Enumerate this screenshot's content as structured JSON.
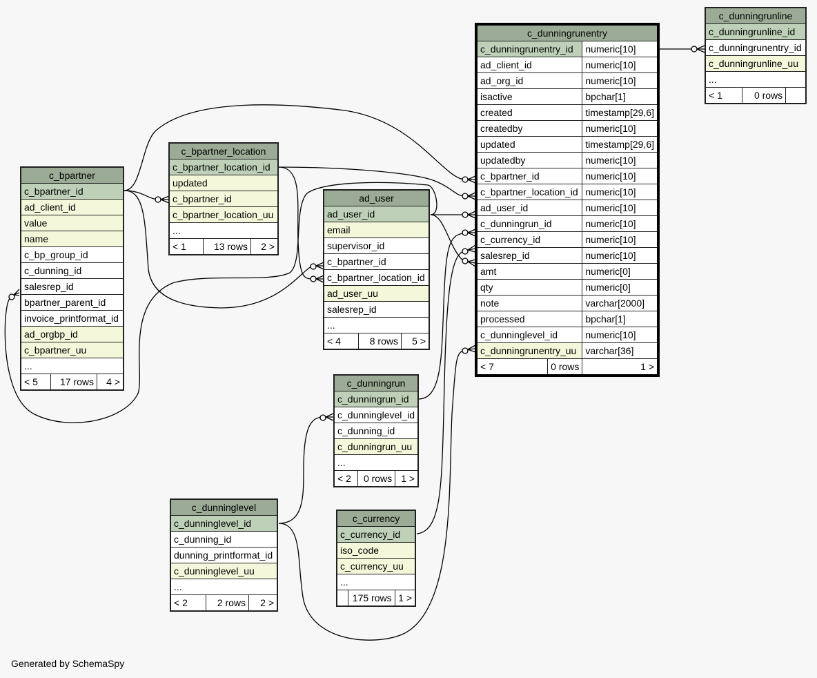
{
  "footer": {
    "generated_by": "Generated by SchemaSpy"
  },
  "colors": {
    "background": "#f7f7f7",
    "header": "#9bab96",
    "primary_key": "#bed1b8",
    "indexed": "#f4f7da",
    "plain": "#ffffff",
    "edge": "#000000"
  },
  "tables": {
    "c_dunningrunentry": {
      "name": "c_dunningrunentry",
      "columns": [
        {
          "name": "c_dunningrunentry_id",
          "type": "numeric[10]",
          "kind": "pk"
        },
        {
          "name": "ad_client_id",
          "type": "numeric[10]",
          "kind": "plain"
        },
        {
          "name": "ad_org_id",
          "type": "numeric[10]",
          "kind": "plain"
        },
        {
          "name": "isactive",
          "type": "bpchar[1]",
          "kind": "plain"
        },
        {
          "name": "created",
          "type": "timestamp[29,6]",
          "kind": "plain"
        },
        {
          "name": "createdby",
          "type": "numeric[10]",
          "kind": "plain"
        },
        {
          "name": "updated",
          "type": "timestamp[29,6]",
          "kind": "plain"
        },
        {
          "name": "updatedby",
          "type": "numeric[10]",
          "kind": "plain"
        },
        {
          "name": "c_bpartner_id",
          "type": "numeric[10]",
          "kind": "plain"
        },
        {
          "name": "c_bpartner_location_id",
          "type": "numeric[10]",
          "kind": "plain"
        },
        {
          "name": "ad_user_id",
          "type": "numeric[10]",
          "kind": "plain"
        },
        {
          "name": "c_dunningrun_id",
          "type": "numeric[10]",
          "kind": "plain"
        },
        {
          "name": "c_currency_id",
          "type": "numeric[10]",
          "kind": "plain"
        },
        {
          "name": "salesrep_id",
          "type": "numeric[10]",
          "kind": "plain"
        },
        {
          "name": "amt",
          "type": "numeric[0]",
          "kind": "plain"
        },
        {
          "name": "qty",
          "type": "numeric[0]",
          "kind": "plain"
        },
        {
          "name": "note",
          "type": "varchar[2000]",
          "kind": "plain"
        },
        {
          "name": "processed",
          "type": "bpchar[1]",
          "kind": "plain"
        },
        {
          "name": "c_dunninglevel_id",
          "type": "numeric[10]",
          "kind": "plain"
        },
        {
          "name": "c_dunningrunentry_uu",
          "type": "varchar[36]",
          "kind": "idx"
        }
      ],
      "footer": {
        "parents": "< 7",
        "rows": "0 rows",
        "children": "1 >"
      }
    },
    "c_dunningrunline": {
      "name": "c_dunningrunline",
      "columns": [
        {
          "name": "c_dunningrunline_id",
          "kind": "pk"
        },
        {
          "name": "c_dunningrunentry_id",
          "kind": "plain"
        },
        {
          "name": "c_dunningrunline_uu",
          "kind": "idx"
        },
        {
          "name": "...",
          "kind": "plain"
        }
      ],
      "footer": {
        "parents": "< 1",
        "rows": "0 rows",
        "children": ""
      }
    },
    "c_bpartner": {
      "name": "c_bpartner",
      "columns": [
        {
          "name": "c_bpartner_id",
          "kind": "pk"
        },
        {
          "name": "ad_client_id",
          "kind": "idx"
        },
        {
          "name": "value",
          "kind": "idx"
        },
        {
          "name": "name",
          "kind": "idx"
        },
        {
          "name": "c_bp_group_id",
          "kind": "plain"
        },
        {
          "name": "c_dunning_id",
          "kind": "plain"
        },
        {
          "name": "salesrep_id",
          "kind": "plain"
        },
        {
          "name": "bpartner_parent_id",
          "kind": "plain"
        },
        {
          "name": "invoice_printformat_id",
          "kind": "plain"
        },
        {
          "name": "ad_orgbp_id",
          "kind": "idx"
        },
        {
          "name": "c_bpartner_uu",
          "kind": "idx"
        },
        {
          "name": "...",
          "kind": "plain"
        }
      ],
      "footer": {
        "parents": "< 5",
        "rows": "17 rows",
        "children": "4 >"
      }
    },
    "c_bpartner_location": {
      "name": "c_bpartner_location",
      "columns": [
        {
          "name": "c_bpartner_location_id",
          "kind": "pk"
        },
        {
          "name": "updated",
          "kind": "idx"
        },
        {
          "name": "c_bpartner_id",
          "kind": "idx"
        },
        {
          "name": "c_bpartner_location_uu",
          "kind": "idx"
        },
        {
          "name": "...",
          "kind": "plain"
        }
      ],
      "footer": {
        "parents": "< 1",
        "rows": "13 rows",
        "children": "2 >"
      }
    },
    "ad_user": {
      "name": "ad_user",
      "columns": [
        {
          "name": "ad_user_id",
          "kind": "pk"
        },
        {
          "name": "email",
          "kind": "idx"
        },
        {
          "name": "supervisor_id",
          "kind": "plain"
        },
        {
          "name": "c_bpartner_id",
          "kind": "plain"
        },
        {
          "name": "c_bpartner_location_id",
          "kind": "plain"
        },
        {
          "name": "ad_user_uu",
          "kind": "idx"
        },
        {
          "name": "salesrep_id",
          "kind": "plain"
        },
        {
          "name": "...",
          "kind": "plain"
        }
      ],
      "footer": {
        "parents": "< 4",
        "rows": "8 rows",
        "children": "5 >"
      }
    },
    "c_dunningrun": {
      "name": "c_dunningrun",
      "columns": [
        {
          "name": "c_dunningrun_id",
          "kind": "pk"
        },
        {
          "name": "c_dunninglevel_id",
          "kind": "plain"
        },
        {
          "name": "c_dunning_id",
          "kind": "plain"
        },
        {
          "name": "c_dunningrun_uu",
          "kind": "idx"
        },
        {
          "name": "...",
          "kind": "plain"
        }
      ],
      "footer": {
        "parents": "< 2",
        "rows": "0 rows",
        "children": "1 >"
      }
    },
    "c_dunninglevel": {
      "name": "c_dunninglevel",
      "columns": [
        {
          "name": "c_dunninglevel_id",
          "kind": "pk"
        },
        {
          "name": "c_dunning_id",
          "kind": "plain"
        },
        {
          "name": "dunning_printformat_id",
          "kind": "plain"
        },
        {
          "name": "c_dunninglevel_uu",
          "kind": "idx"
        },
        {
          "name": "...",
          "kind": "plain"
        }
      ],
      "footer": {
        "parents": "< 2",
        "rows": "2 rows",
        "children": "2 >"
      }
    },
    "c_currency": {
      "name": "c_currency",
      "columns": [
        {
          "name": "c_currency_id",
          "kind": "pk"
        },
        {
          "name": "iso_code",
          "kind": "idx"
        },
        {
          "name": "c_currency_uu",
          "kind": "idx"
        },
        {
          "name": "...",
          "kind": "plain"
        }
      ],
      "footer": {
        "parents": "",
        "rows": "175 rows",
        "children": "1 >"
      }
    }
  },
  "relationships": [
    {
      "from": "c_bpartner.c_bpartner_id",
      "to": "c_dunningrunentry.c_bpartner_id"
    },
    {
      "from": "c_bpartner_location.c_bpartner_location_id",
      "to": "c_dunningrunentry.c_bpartner_location_id"
    },
    {
      "from": "ad_user.ad_user_id",
      "to": "c_dunningrunentry.ad_user_id"
    },
    {
      "from": "c_dunningrun.c_dunningrun_id",
      "to": "c_dunningrunentry.c_dunningrun_id"
    },
    {
      "from": "c_currency.c_currency_id",
      "to": "c_dunningrunentry.c_currency_id"
    },
    {
      "from": "ad_user.ad_user_id",
      "to": "c_dunningrunentry.salesrep_id"
    },
    {
      "from": "c_dunninglevel.c_dunninglevel_id",
      "to": "c_dunningrunentry.c_dunninglevel_id"
    },
    {
      "from": "c_dunningrunentry.c_dunningrunentry_id",
      "to": "c_dunningrunline.c_dunningrunentry_id"
    },
    {
      "from": "c_bpartner.c_bpartner_id",
      "to": "c_bpartner_location.c_bpartner_id"
    },
    {
      "from": "c_bpartner.c_bpartner_id",
      "to": "ad_user.c_bpartner_id"
    },
    {
      "from": "c_bpartner_location.c_bpartner_location_id",
      "to": "ad_user.c_bpartner_location_id"
    },
    {
      "from": "ad_user.ad_user_id",
      "to": "c_bpartner.salesrep_id"
    },
    {
      "from": "c_dunninglevel.c_dunninglevel_id",
      "to": "c_dunningrun.c_dunninglevel_id"
    }
  ]
}
